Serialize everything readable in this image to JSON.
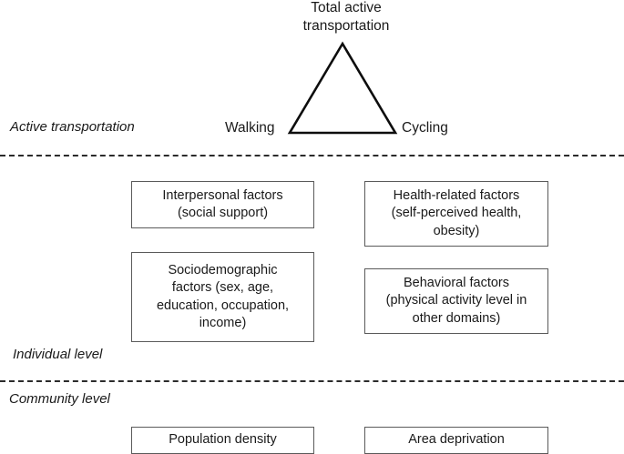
{
  "diagram": {
    "apex": {
      "label": "Total active\ntransportation"
    },
    "vertices": [
      {
        "name": "walking",
        "label": "Walking"
      },
      {
        "name": "cycling",
        "label": "Cycling"
      }
    ],
    "levels": [
      {
        "name": "active-transportation",
        "label": "Active transportation"
      },
      {
        "name": "individual-level",
        "label": "Individual level"
      },
      {
        "name": "community-level",
        "label": "Community level"
      }
    ],
    "boxes": {
      "interpersonal": "Interpersonal factors\n(social support)",
      "health_related": "Health-related factors\n(self-perceived health,\nobesity)",
      "sociodemographic": "Sociodemographic\nfactors (sex, age,\neducation, occupation,\nincome)",
      "behavioral": "Behavioral factors\n(physical activity level in\nother domains)",
      "population_density": "Population density",
      "area_deprivation": "Area deprivation"
    },
    "colors": {
      "text": "#1a1a1a",
      "box_border": "#5a5a5a",
      "divider": "#2b2b2b",
      "triangle": "#0d0d0d",
      "background": "#ffffff"
    }
  }
}
